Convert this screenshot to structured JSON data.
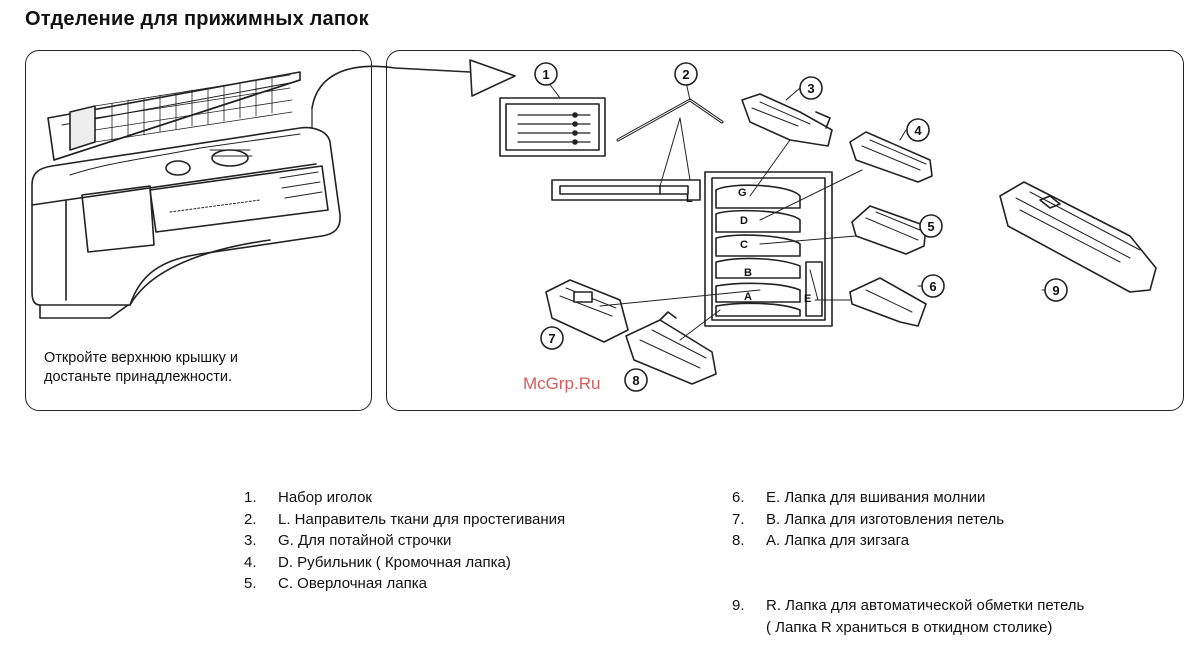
{
  "title": "Отделение для прижимных лапок",
  "left_caption": {
    "line1": "Откройте верхнюю крышку и",
    "line2": "достаньте принадлежности."
  },
  "watermark": "McGrp.Ru",
  "callouts": {
    "c1": "1",
    "c2": "2",
    "c3": "3",
    "c4": "4",
    "c5": "5",
    "c6": "6",
    "c7": "7",
    "c8": "8",
    "c9": "9"
  },
  "compartment_letters": {
    "G": "G",
    "D": "D",
    "C": "C",
    "B": "B",
    "A": "A",
    "E": "E",
    "L": "L"
  },
  "legend": {
    "items": [
      {
        "num": "1.",
        "text": "Набор иголок"
      },
      {
        "num": "2.",
        "text": "L. Направитель ткани  для простегивания"
      },
      {
        "num": "3.",
        "text": "G. Для потайной строчки"
      },
      {
        "num": "4.",
        "text": "D. Рубильник ( Кромочная  лапка)"
      },
      {
        "num": "5.",
        "text": "C. Оверлочная лапка"
      },
      {
        "num": "6.",
        "text": "E. Лапка для вшивания  молнии"
      },
      {
        "num": "7.",
        "text": "B. Лапка для изготовления петель"
      },
      {
        "num": "8.",
        "text": "A. Лапка для зигзага"
      },
      {
        "num": "9.",
        "text": "R. Лапка для автоматической обметки петель"
      }
    ],
    "item9_continuation": "( Лапка R храниться в откидном столике)"
  }
}
